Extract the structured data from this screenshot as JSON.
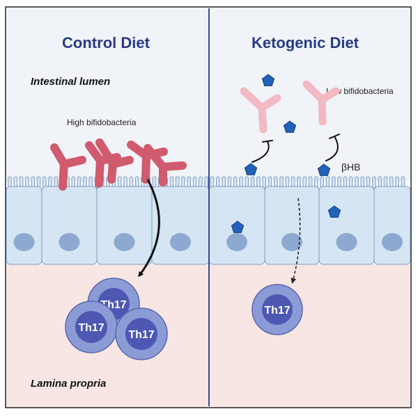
{
  "panels": [
    {
      "title": "Control Diet"
    },
    {
      "title": "Ketogenic Diet"
    }
  ],
  "labels": {
    "intestinal_lumen": "Intestinal lumen",
    "lamina_propria": "Lamina propria",
    "high_bifido": "High bifidobacteria",
    "low_bifido": "Low bifidobacteria",
    "bhb": "βHB"
  },
  "cells": {
    "control": [
      "Th17",
      "Th17",
      "Th17"
    ],
    "keto": [
      "Th17"
    ]
  },
  "colors": {
    "lumen_bg": "#f0f3f7",
    "lamina_bg": "#f8e6e4",
    "epithelium": "#d5e5f3",
    "epithelium_border": "#7f9cc3",
    "nucleus": "#8ea9cf",
    "bacteria_high": "#d05a6e",
    "bacteria_low": "#f2b9c3",
    "bhb_pentagon": "#2262b8",
    "th17_outer": "#8a9bd6",
    "th17_inner": "#4e58b2",
    "title": "#2b3a86",
    "divider": "#3a4a8c"
  }
}
